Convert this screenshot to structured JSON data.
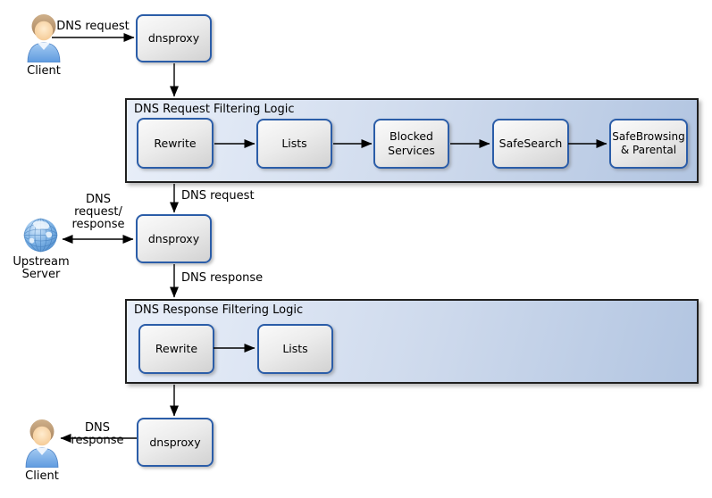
{
  "page": {
    "background": "#ffffff"
  },
  "palette": {
    "box_border": "#2b5da8",
    "box_fill_top": "#fafafa",
    "box_fill_bottom": "#d2d2d2",
    "panel_fill_left": "#e9eff9",
    "panel_fill_right": "#b2c5e1",
    "panel_border": "#1f1f1f",
    "arrow_color": "#000000",
    "text_color": "#000000"
  },
  "actors": {
    "client_top": {
      "label": "Client",
      "icon": "person-icon"
    },
    "client_bottom": {
      "label": "Client",
      "icon": "person-icon"
    },
    "upstream_server": {
      "label": "Upstream\nServer",
      "icon": "globe-icon"
    }
  },
  "proxies": {
    "proxy1": {
      "label": "dnsproxy"
    },
    "proxy2": {
      "label": "dnsproxy"
    },
    "proxy3": {
      "label": "dnsproxy"
    }
  },
  "panels": [
    {
      "title": "DNS Request Filtering Logic",
      "steps": [
        {
          "label": "Rewrite"
        },
        {
          "label": "Lists"
        },
        {
          "label": "Blocked\nServices"
        },
        {
          "label": "SafeSearch"
        },
        {
          "label": "SafeBrowsing\n& Parental"
        }
      ]
    },
    {
      "title": "DNS Response Filtering Logic",
      "steps": [
        {
          "label": "Rewrite"
        },
        {
          "label": "Lists"
        }
      ]
    }
  ],
  "edge_labels": {
    "client_to_proxy1": "DNS request",
    "panel1_to_proxy2": "DNS request",
    "upstream_exchange": "DNS\nrequest/\nresponse",
    "proxy2_to_panel2": "DNS response",
    "proxy3_to_client": "DNS response"
  }
}
